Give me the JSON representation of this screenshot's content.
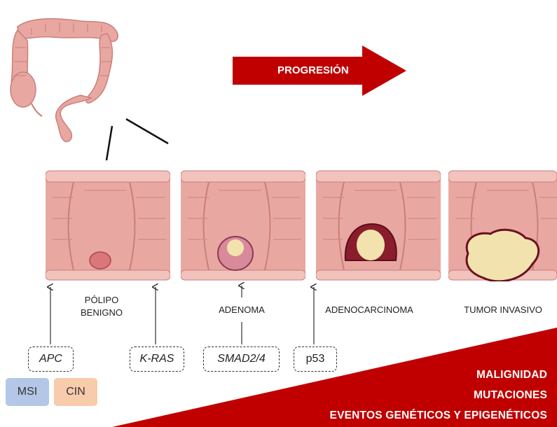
{
  "progression_label": "PROGRESIÓN",
  "stages": [
    {
      "label_lines": [
        "PÓLIPO",
        "BENIGNO"
      ]
    },
    {
      "label_lines": [
        "ADENOMA"
      ]
    },
    {
      "label_lines": [
        "ADENOCARCINOMA"
      ]
    },
    {
      "label_lines": [
        "TUMOR INVASIVO"
      ]
    }
  ],
  "genes": [
    "APC",
    "K-RAS",
    "SMAD2/4",
    "p53"
  ],
  "tags": [
    {
      "label": "MSI",
      "color": "#b4c7e7"
    },
    {
      "label": "CIN",
      "color": "#f8cbad"
    }
  ],
  "banner": {
    "lines": [
      "MALIGNIDAD",
      "MUTACIONES",
      "EVENTOS GENÉTICOS Y EPIGENÉTICOS"
    ],
    "color": "#c00000"
  },
  "colors": {
    "arrow": "#c00000",
    "colon_tissue": "#e9a7a2",
    "tumor_yellow": "#f2e3ae",
    "tumor_border": "#7a1420"
  }
}
